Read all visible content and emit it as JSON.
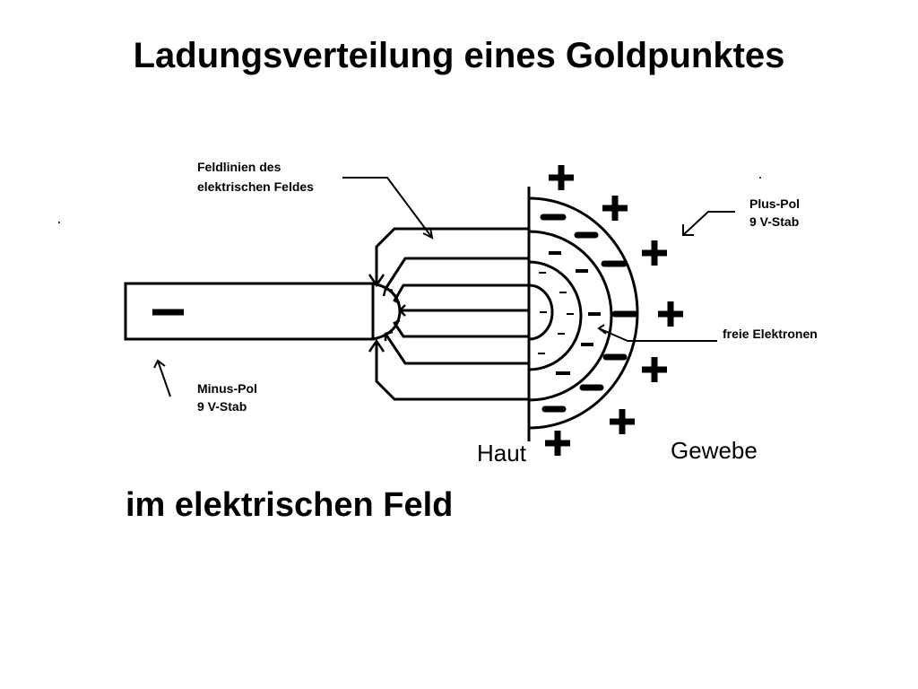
{
  "slide": {
    "title": "Ladungsverteilung eines Goldpunktes",
    "subtitle": "im elektrischen Feld"
  },
  "diagram": {
    "labels": {
      "feldlinien_line1": "Feldlinien des",
      "feldlinien_line2": "elektrischen Feldes",
      "plus_pol_line1": "Plus-Pol",
      "plus_pol_line2": "9 V-Stab",
      "minus_pol_line1": "Minus-Pol",
      "minus_pol_line2": "9 V-Stab",
      "freie_elektronen": "freie Elektronen",
      "haut": "Haut",
      "gewebe": "Gewebe",
      "rod_sign": "−"
    }
  }
}
